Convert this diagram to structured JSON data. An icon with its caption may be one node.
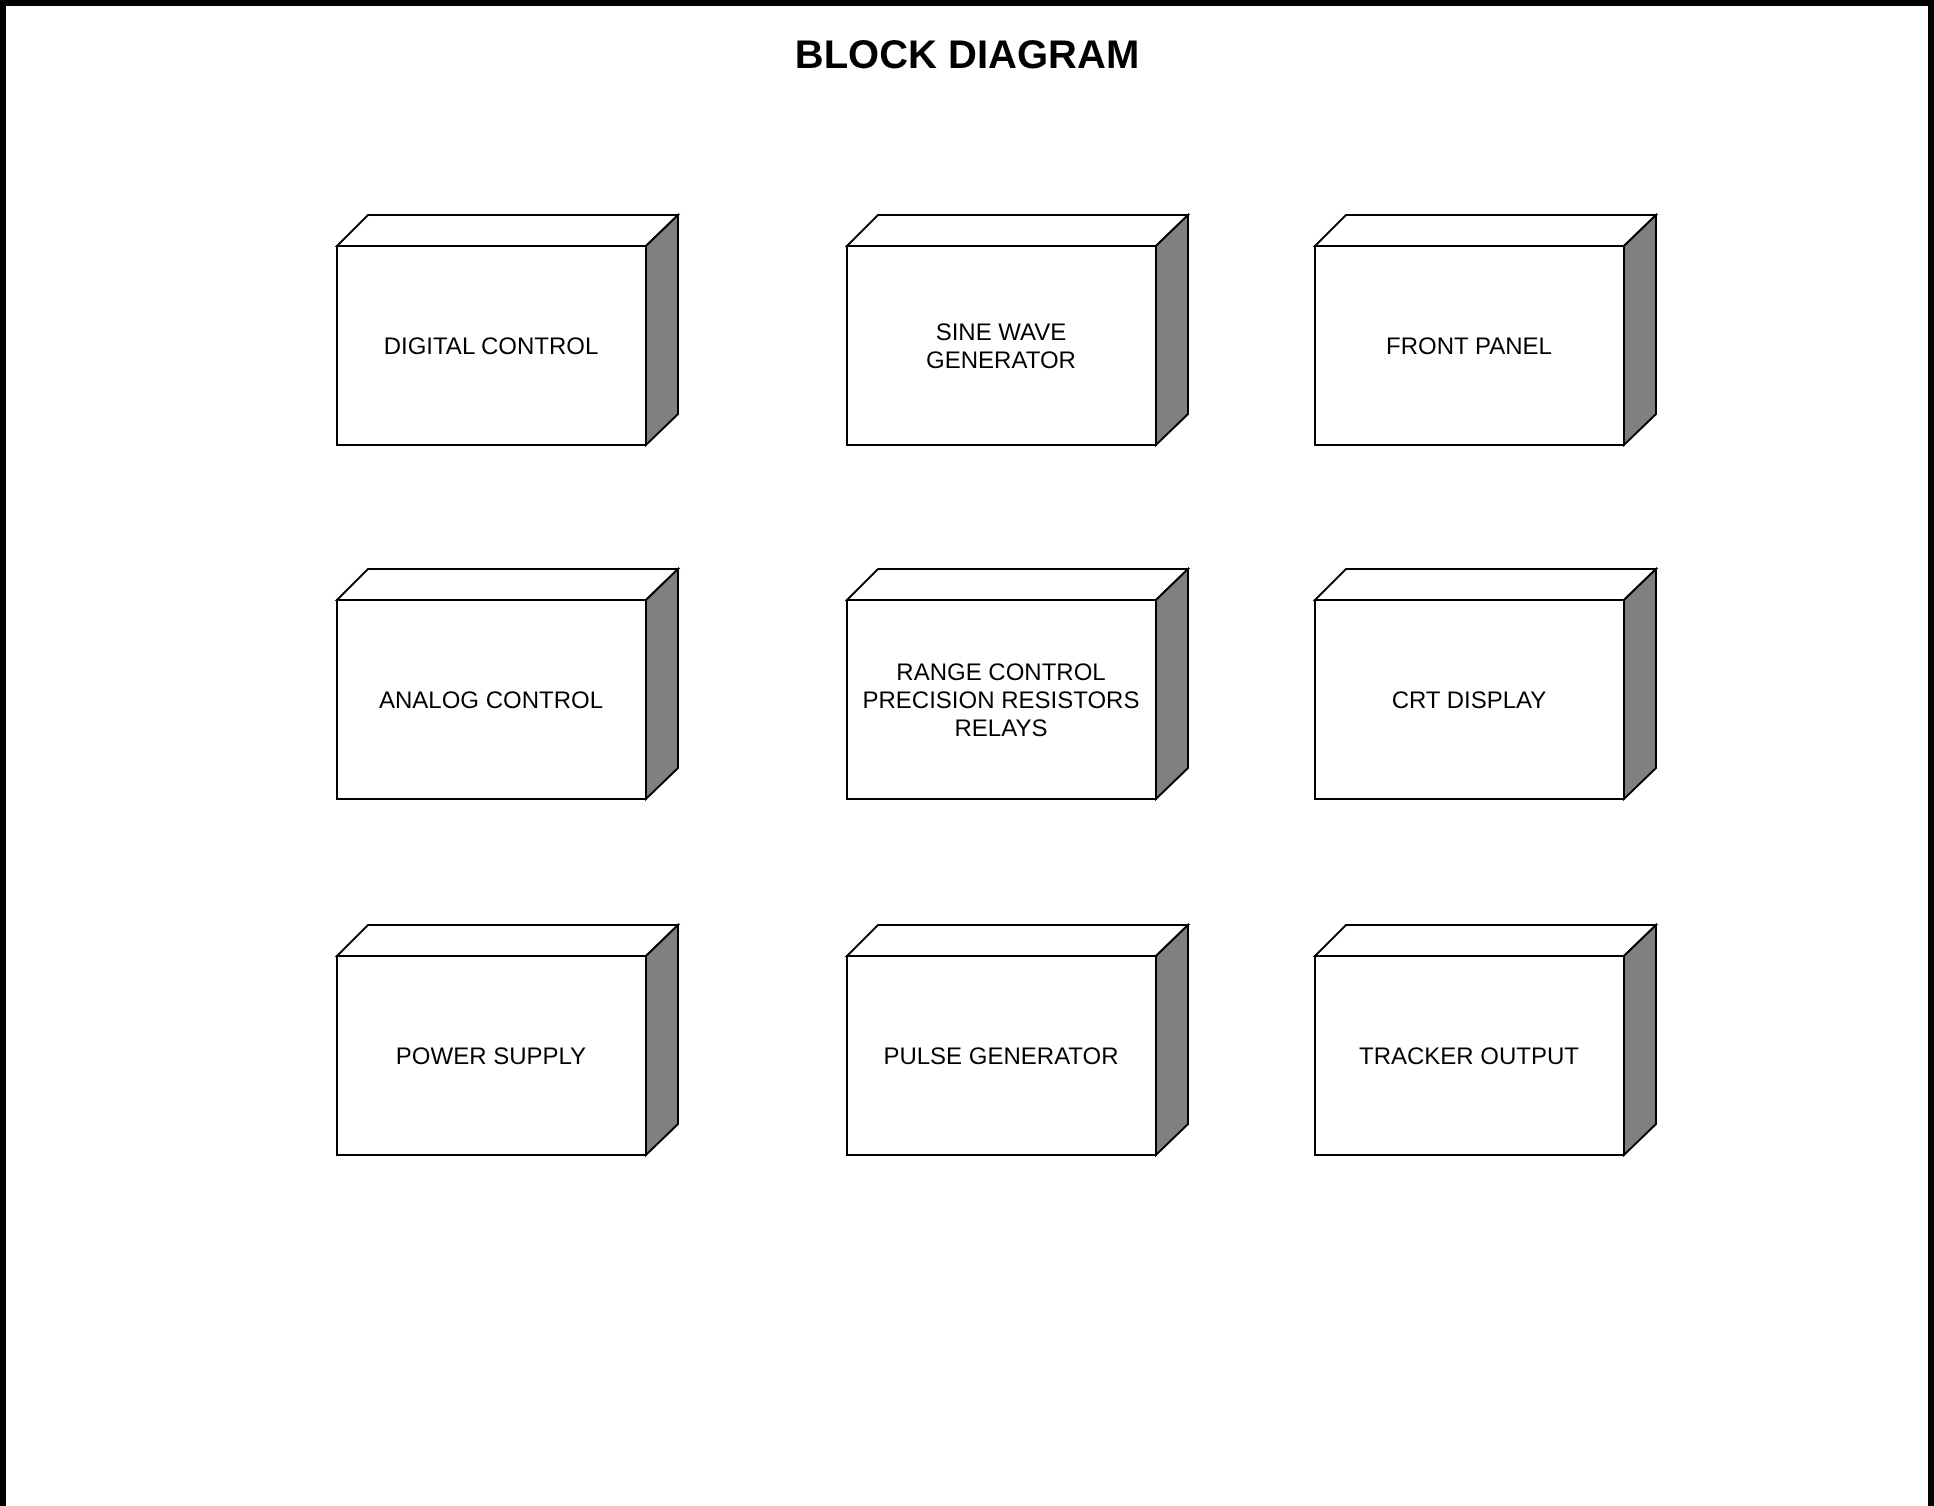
{
  "diagram": {
    "title": "BLOCK DIAGRAM",
    "nodes": [
      {
        "text": [
          "DIGITAL CONTROL"
        ]
      },
      {
        "text": [
          "SINE WAVE GENERATOR"
        ]
      },
      {
        "text": [
          "FRONT PANEL"
        ]
      },
      {
        "text": [
          "ANALOG CONTROL"
        ]
      },
      {
        "text": [
          "RANGE CONTROL PRECISION RESISTORS RELAYS"
        ]
      },
      {
        "text": [
          "CRT DISPLAY"
        ]
      },
      {
        "text": [
          "POWER SUPPLY"
        ]
      },
      {
        "text": [
          "PULSE GENERATOR"
        ]
      },
      {
        "text": [
          "TRACKER OUTPUT"
        ]
      }
    ]
  }
}
